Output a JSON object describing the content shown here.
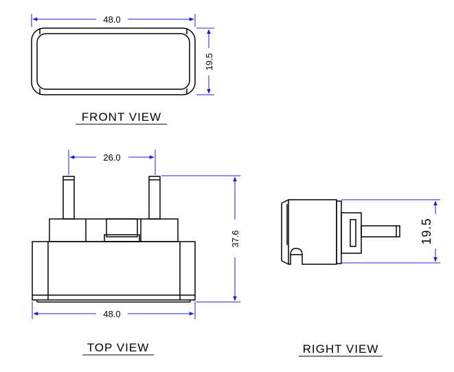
{
  "views": {
    "front": {
      "label": "FRONT VIEW",
      "width_dim": "48.0",
      "height_dim": "19.5"
    },
    "top": {
      "label": "TOP VIEW",
      "pin_spacing_dim": "26.0",
      "width_dim": "48.0",
      "depth_dim": "37.6"
    },
    "right": {
      "label": "RIGHT VIEW",
      "height_dim": "19.5"
    }
  },
  "colors": {
    "outline": "#000000",
    "dimension": "#1f1fd6",
    "background": "#ffffff"
  }
}
